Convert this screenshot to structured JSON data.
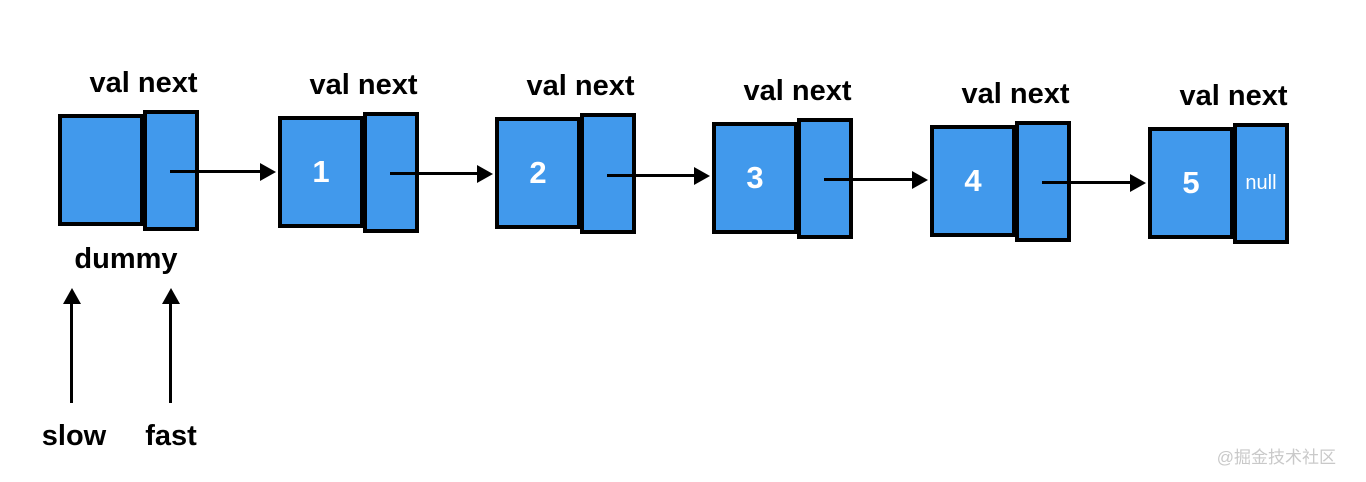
{
  "diagram": {
    "field_label": "val next",
    "nodes": [
      {
        "val": "",
        "next": ""
      },
      {
        "val": "1",
        "next": ""
      },
      {
        "val": "2",
        "next": ""
      },
      {
        "val": "3",
        "next": ""
      },
      {
        "val": "4",
        "next": ""
      },
      {
        "val": "5",
        "next": "null"
      }
    ],
    "head_label": "dummy",
    "pointers": [
      {
        "label": "slow"
      },
      {
        "label": "fast"
      }
    ],
    "watermark": "@掘金技术社区",
    "colors": {
      "node_fill": "#4199EC",
      "node_border": "#000000",
      "value_text": "#FFFFFF",
      "label_text": "#000000",
      "arrow": "#000000",
      "watermark_text": "#C9C9C9"
    }
  }
}
